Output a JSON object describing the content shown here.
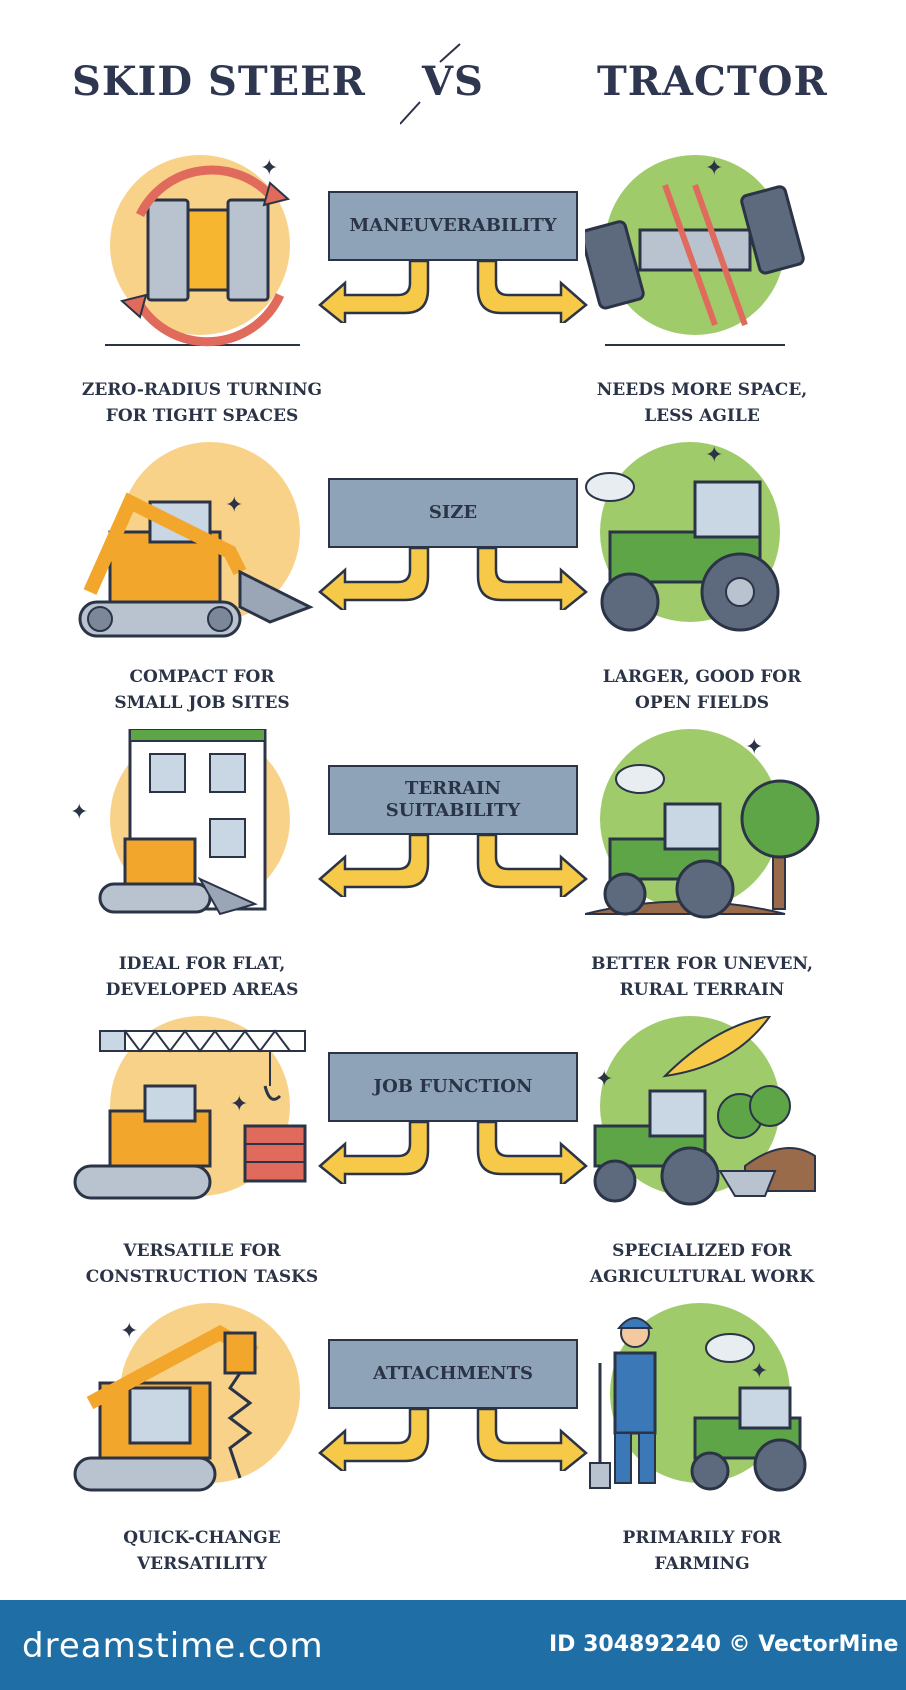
{
  "header": {
    "left_title": "SKID STEER",
    "vs": "VS",
    "right_title": "TRACTOR"
  },
  "rows": [
    {
      "category": "MANEUVERABILITY",
      "left_caption": "ZERO-RADIUS TURNING\nFOR TIGHT SPACES",
      "right_caption": "NEEDS MORE SPACE,\nLESS AGILE",
      "left_icon": "rotating-tracks-icon",
      "right_icon": "tractor-wheels-turning-icon"
    },
    {
      "category": "SIZE",
      "left_caption": "COMPACT FOR\nSMALL JOB SITES",
      "right_caption": "LARGER, GOOD FOR\nOPEN FIELDS",
      "left_icon": "skid-steer-loader-icon",
      "right_icon": "green-tractor-icon"
    },
    {
      "category": "TERRAIN\nSUITABILITY",
      "left_caption": "IDEAL FOR FLAT,\nDEVELOPED AREAS",
      "right_caption": "BETTER FOR UNEVEN,\nRURAL TERRAIN",
      "left_icon": "skid-steer-building-icon",
      "right_icon": "tractor-tree-icon"
    },
    {
      "category": "JOB FUNCTION",
      "left_caption": "VERSATILE FOR\nCONSTRUCTION TASKS",
      "right_caption": "SPECIALIZED FOR\nAGRICULTURAL WORK",
      "left_icon": "skid-steer-crane-bricks-icon",
      "right_icon": "tractor-plow-wheat-icon"
    },
    {
      "category": "ATTACHMENTS",
      "left_caption": "QUICK-CHANGE\nVERSATILITY",
      "right_caption": "PRIMARILY FOR\nFARMING",
      "left_icon": "skid-steer-auger-icon",
      "right_icon": "farmer-tractor-icon"
    }
  ],
  "footer": {
    "brand": "dreamstime.com",
    "stock_id": "ID 304892240 © VectorMine"
  },
  "colors": {
    "skid_circle": "#f9d28a",
    "tractor_circle": "#9fcb6b",
    "category_box": "#8fa3b8",
    "arrow": "#f7c948",
    "outline": "#2b3447",
    "footer": "#1f6fa6",
    "skid_body": "#f2a62c",
    "tractor_body": "#5ea548"
  }
}
